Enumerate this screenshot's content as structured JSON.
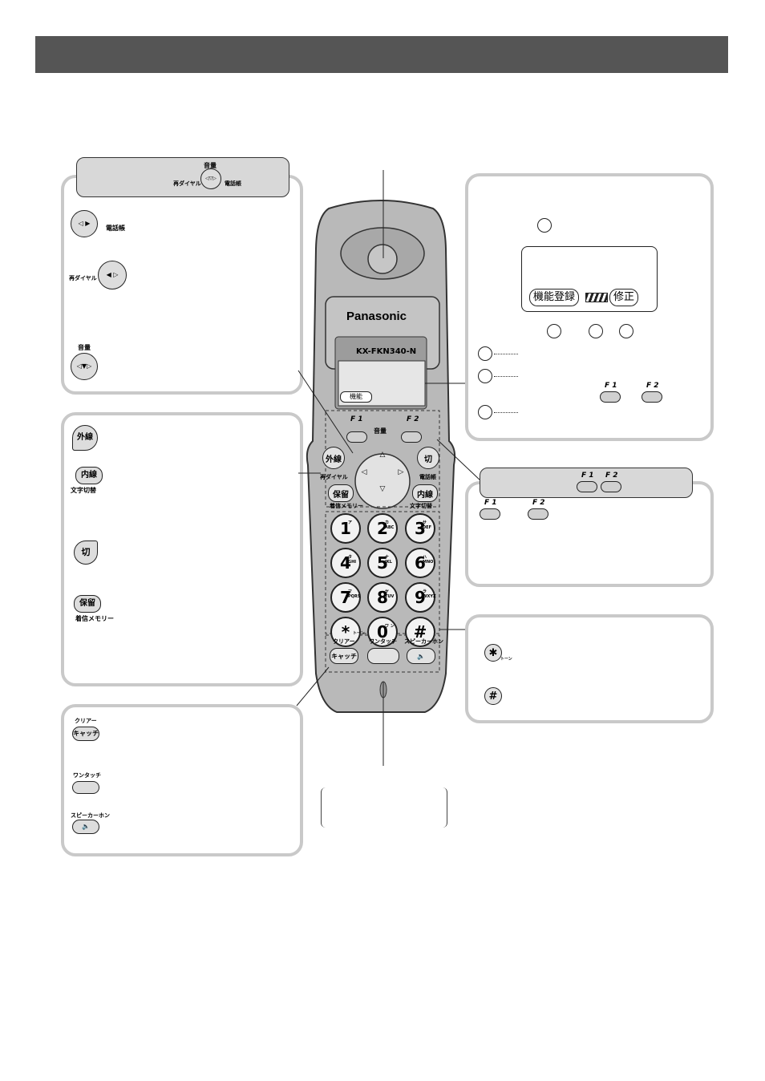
{
  "phone": {
    "brand": "Panasonic",
    "model": "KX-FKN340-N",
    "screen_btn": "機能",
    "nav": {
      "up": "音量",
      "left": "再ダイヤル",
      "right": "電話帳"
    },
    "keys": {
      "gaisen": "外線",
      "kiri": "切",
      "horyu": "保留",
      "naisen": "内線",
      "chakushin": "着信メモリー",
      "moji": "文字切替",
      "clear": "クリアー",
      "catch": "キャッチ",
      "onetouch": "ワンタッチ",
      "speaker": "スピーカーホン",
      "f1": "F 1",
      "f2": "F 2",
      "ryoryo": "音量",
      "tone": "トーン"
    },
    "numpad": [
      {
        "d": "1",
        "s": "ア"
      },
      {
        "d": "2",
        "s": "カ ABC"
      },
      {
        "d": "3",
        "s": "サ DEF"
      },
      {
        "d": "4",
        "s": "タ GHI"
      },
      {
        "d": "5",
        "s": "ナ JKL"
      },
      {
        "d": "6",
        "s": "ハ MNO"
      },
      {
        "d": "7",
        "s": "マ PQRS"
      },
      {
        "d": "8",
        "s": "ヤ TUV"
      },
      {
        "d": "9",
        "s": "ラ WXYZ"
      },
      {
        "d": "*",
        "s": ""
      },
      {
        "d": "0",
        "s": "ワ ン"
      },
      {
        "d": "#",
        "s": ""
      }
    ]
  },
  "left_top": {
    "tab_up": "音量",
    "tab_left": "再ダイヤル",
    "tab_right": "電話帳",
    "item_right": "電話帳",
    "item_left": "再ダイヤル",
    "item_up": "音量"
  },
  "left_mid": {
    "gaisen": "外線",
    "naisen": "内線",
    "moji": "文字切替",
    "kiri": "切",
    "horyu": "保留",
    "chakushin": "着信メモリー"
  },
  "left_bot": {
    "clear": "クリアー",
    "catch": "キャッチ",
    "onetouch": "ワンタッチ",
    "speaker": "スピーカーホン"
  },
  "display": {
    "btn1": "機能登録",
    "btn2": "修正"
  },
  "fkeys": {
    "f1": "F 1",
    "f2": "F 2"
  },
  "star_key": {
    "sub": "トーン"
  }
}
